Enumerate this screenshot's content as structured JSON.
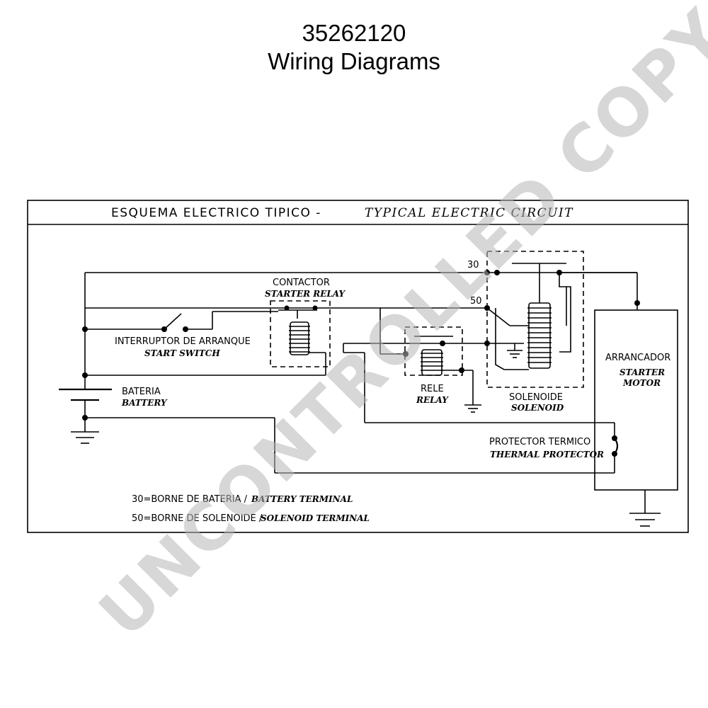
{
  "document": {
    "number": "35262120",
    "title": "Wiring Diagrams"
  },
  "diagram": {
    "header_es": "ESQUEMA ELECTRICO TIPICO -",
    "header_en": "TYPICAL  ELECTRIC  CIRCUIT",
    "terminal_30": "30",
    "terminal_50": "50",
    "contactor_es": "CONTACTOR",
    "contactor_en": "STARTER RELAY",
    "switch_es": "INTERRUPTOR DE ARRANQUE",
    "switch_en": "START SWITCH",
    "battery_es": "BATERIA",
    "battery_en": "BATTERY",
    "relay_es": "RELE",
    "relay_en": "RELAY",
    "solenoid_es": "SOLENOIDE",
    "solenoid_en": "SOLENOID",
    "starter_es": "ARRANCADOR",
    "starter_en_1": "STARTER",
    "starter_en_2": "MOTOR",
    "thermal_es": "PROTECTOR TERMICO",
    "thermal_en": "THERMAL PROTECTOR",
    "legend_30_es": "30=BORNE DE BATERIA /",
    "legend_30_en": "BATTERY TERMINAL",
    "legend_50_es": "50=BORNE DE SOLENOIDE /",
    "legend_50_en": "SOLENOID TERMINAL"
  },
  "watermark": "UNCONTROLLED COPY"
}
